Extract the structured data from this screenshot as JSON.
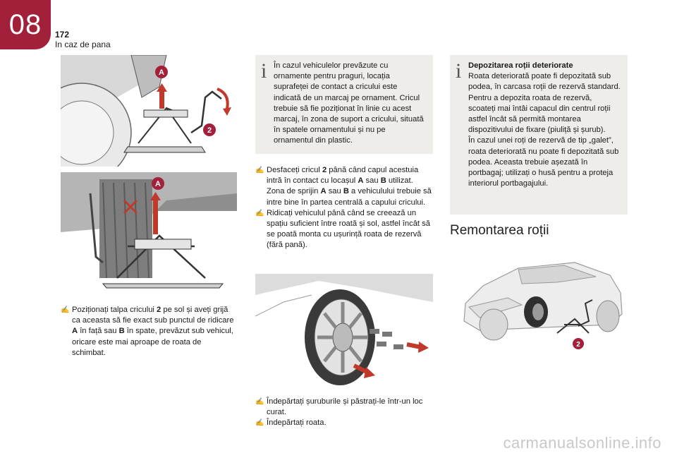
{
  "header": {
    "chapter": "08",
    "page_number": "172",
    "section": "In caz de pana"
  },
  "col1": {
    "img_top_labels": [
      "A",
      "2"
    ],
    "img_mid_labels": [
      "A"
    ],
    "bullet1": {
      "p1": "Poziționați talpa cricului ",
      "b1": "2",
      "p2": " pe sol și aveți grijă ca aceasta să fie exact sub punctul de ridicare ",
      "b2": "A",
      "p3": " în față sau ",
      "b3": "B",
      "p4": " în spate, prevăzut sub vehicul, oricare este mai aproape de roata de schimbat."
    }
  },
  "col2": {
    "note": "În cazul vehiculelor prevăzute cu ornamente pentru praguri, locația suprafeței de contact a cricului este indicată de un marcaj pe ornament. Cricul trebuie să fie poziționat în linie cu acest marcaj, în zona de suport a cricului, situată în spatele ornamentului și nu pe ornamentul din plastic.",
    "bullet1": {
      "p1": "Desfaceți cricul ",
      "b1": "2",
      "p2": " până când capul acestuia intră în contact cu locașul ",
      "b2": "A",
      "p3": " sau ",
      "b3": "B",
      "p4": " utilizat. Zona de sprijin ",
      "b4": "A",
      "p5": " sau ",
      "b5": "B",
      "p6": " a vehiculului trebuie să intre bine în partea centrală a capului cricului."
    },
    "bullet2": "Ridicați vehiculul până când se creează un spațiu suficient între roată și sol, astfel încât să se poată monta cu ușurință roata de rezervă (fără pană).",
    "bullet3": "Îndepărtați șuruburile și păstrați-le într-un loc curat.",
    "bullet4": "Îndepărtați roata."
  },
  "col3": {
    "note_title": "Depozitarea roții deteriorate",
    "note_p1": "Roata deteriorată poate fi depozitată sub podea, în carcasa roții de rezervă standard.",
    "note_p2": "Pentru a depozita roata de rezervă, scoateți mai întâi capacul din centrul roții astfel încât să permită montarea dispozitivului de fixare (piuliță și șurub).",
    "note_p3": "În cazul unei roți de rezervă de tip „galet”, roata deteriorată nu poate fi depozitată sub podea. Aceasta trebuie așezată în portbagaj; utilizați o husă pentru a proteja interiorul portbagajului.",
    "section_title": "Remontarea roții",
    "img_label": "2"
  },
  "watermark": "carmanualsonline.info",
  "colors": {
    "accent": "#a3203a",
    "note_bg": "#efedea",
    "badge": "#a3203a",
    "arrow": "#c0392b"
  }
}
